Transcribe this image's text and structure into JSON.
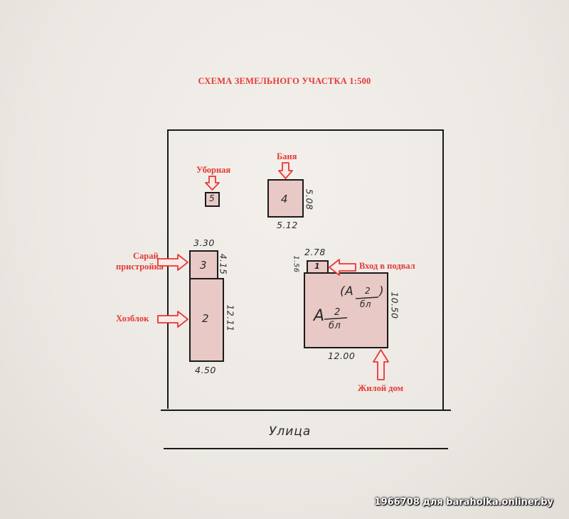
{
  "title": "СХЕМА ЗЕМЕЛЬНОГО УЧАСТКА 1:500",
  "labels": {
    "ubornaya": "Уборная",
    "banya": "Баня",
    "saray_line1": "Сарай",
    "saray_line2": "пристройка",
    "hozblok": "Хозблок",
    "vhod": "Вход в подвал",
    "dom": "Жилой дом"
  },
  "buildings": {
    "b1": "1",
    "b2": "2",
    "b3": "3",
    "b4": "4",
    "b5": "5"
  },
  "dimensions": {
    "banya_height": "5.08",
    "banya_width": "5.12",
    "saray_width": "3.30",
    "saray_height": "4.15",
    "hozblok_height": "12.11",
    "hozblok_width": "4.50",
    "vhod_width": "2.78",
    "vhod_height": "1.56",
    "dom_width": "12.00",
    "dom_height": "10.50"
  },
  "house_annotation": {
    "main_letter": "А",
    "main_num": "2",
    "main_den": "бл",
    "paren_letter": "(А",
    "paren_num": "2",
    "paren_den": "бл",
    "paren_close": ")"
  },
  "street": "Улица",
  "watermark": "1966708 для baraholka.onliner.by",
  "colors": {
    "accent": "#e53935",
    "building_fill": "#e8c9c6",
    "ink": "#1a1a1a"
  }
}
